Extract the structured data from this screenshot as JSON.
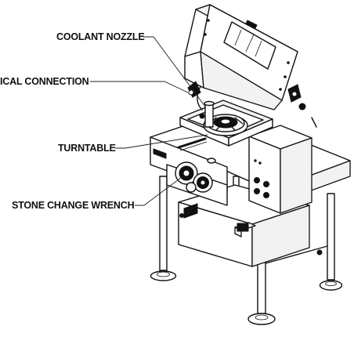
{
  "labels": {
    "coolant_nozzle": "COOLANT NOZZLE",
    "electrical_connection": "ICAL CONNECTION",
    "turntable": "TURNTABLE",
    "stone_change_wrench": "STONE CHANGE WRENCH"
  }
}
